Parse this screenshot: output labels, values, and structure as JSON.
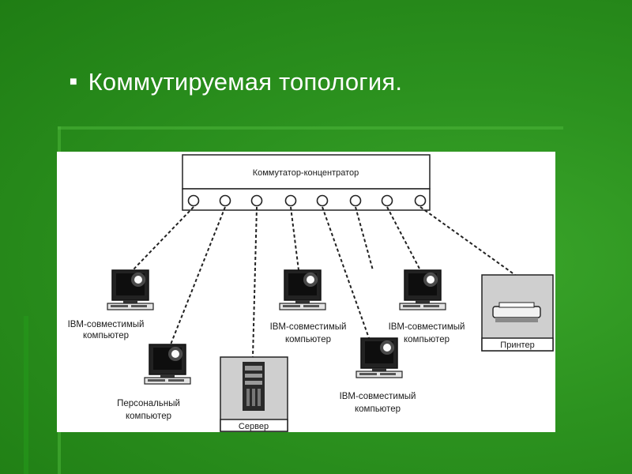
{
  "slide": {
    "title": "Коммутируемая топология.",
    "bullet_icon": "square-bullet-icon"
  },
  "diagram": {
    "hub_label": "Коммутатор-концентратор",
    "nodes": {
      "pc1": [
        "IBM-совместимый",
        "компьютер"
      ],
      "pc2": [
        "IBM-совместимый",
        "компьютер"
      ],
      "pc3": [
        "IBM-совместимый",
        "компьютер"
      ],
      "pc4": [
        "IBM-совместимый",
        "компьютер"
      ],
      "personal": [
        "Персональный",
        "компьютер"
      ],
      "server": "Сервер",
      "printer": "Принтер"
    }
  },
  "colors": {
    "background": "#2c921f",
    "title_text": "#ffffff",
    "panel": "#ffffff"
  }
}
